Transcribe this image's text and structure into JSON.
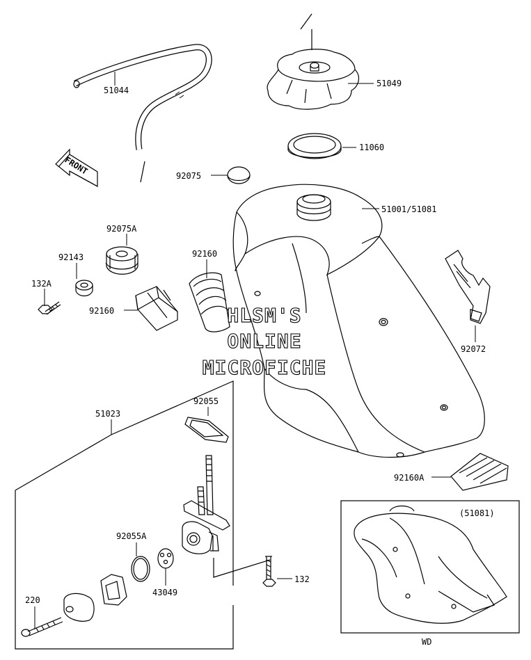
{
  "diagram": {
    "part_labels": {
      "p51044": "51044",
      "p51049": "51049",
      "p11060": "11060",
      "p92075": "92075",
      "p51001": "51001/51081",
      "p92075A": "92075A",
      "p92143": "92143",
      "p132A": "132A",
      "p92160_left": "92160",
      "p92160_mid": "92160",
      "p92072": "92072",
      "p51023": "51023",
      "p92055": "92055",
      "p92160A": "92160A",
      "p92055A": "92055A",
      "p43049": "43049",
      "p132": "132",
      "p220": "220",
      "inset_label": "(51081)",
      "inset_code": "WD"
    },
    "front_marker": "FRONT",
    "watermark": {
      "line1": "HLSM'S",
      "line2": "ONLINE",
      "line3": "MICROFICHE"
    }
  }
}
